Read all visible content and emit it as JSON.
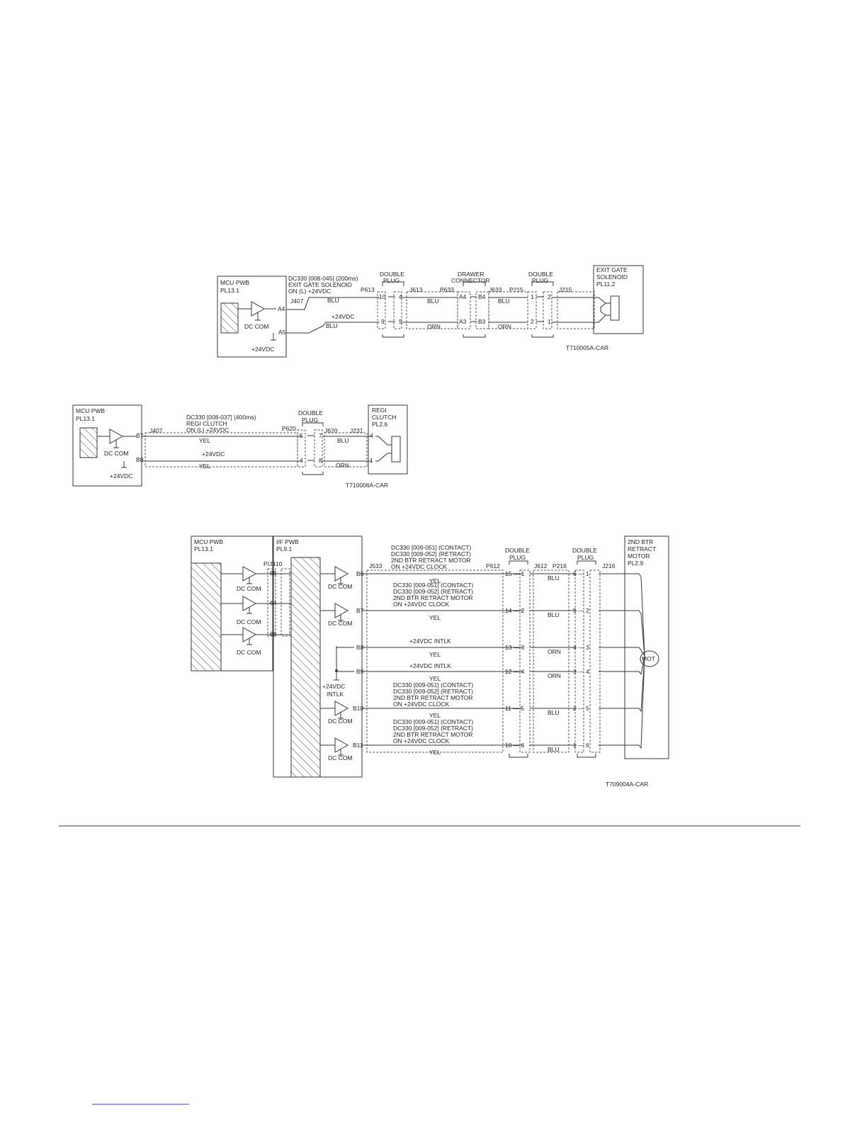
{
  "diagram1": {
    "board": "MCU PWB",
    "board_pl": "PL13.1",
    "signal": [
      "DC330 [008-045] (200ms)",
      "EXIT GATE SOLENOID",
      "ON (L) +24VDC"
    ],
    "pin_a4": "A4",
    "pin_a5": "A5",
    "j407": "J407",
    "dc_com": "DC COM",
    "vdc": "+24VDC",
    "wire_blu": "BLU",
    "wire_orn": "ORN",
    "vdc_line": "+24VDC",
    "p613": "P613",
    "double_plug": [
      "DOUBLE",
      "PLUG"
    ],
    "j613": "J613",
    "p633": "P633",
    "drawer": [
      "DRAWER",
      "CONNECTOR"
    ],
    "j633": "J633",
    "p215": "P215",
    "j215": "J215",
    "pins": {
      "p10": "10",
      "p4": "4",
      "p9": "9",
      "p5": "5",
      "a4": "A4",
      "b4": "B4",
      "a3": "A3",
      "b3": "B3",
      "p1": "1",
      "p2": "2",
      "q2": "2",
      "q1": "1"
    },
    "target": [
      "EXIT GATE",
      "SOLENOID",
      "PL11.2"
    ],
    "figure_id": "T710005A-CAR"
  },
  "diagram2": {
    "board": "MCU PWB",
    "board_pl": "PL13.1",
    "signal": [
      "DC330 [008-037] (400ms)",
      "REGI CLUTCH",
      "ON (L) +24VDC"
    ],
    "pin_b7": "B7",
    "pin_b8": "B8",
    "j407": "J407",
    "dc_com": "DC COM",
    "vdc": "+24VDC",
    "yel1": "YEL",
    "yel2": "YEL",
    "vdc_line": "+24VDC",
    "p620": "P620",
    "double_plug": [
      "DOUBLE",
      "PLUG"
    ],
    "j620": "J620",
    "j231": "J231",
    "blu": "BLU",
    "orn": "ORN",
    "pins": {
      "p5": "5",
      "p7": "7",
      "p4": "4",
      "p8": "8",
      "t4": "4",
      "t1": "1"
    },
    "target": [
      "REGI",
      "CLUTCH",
      "PL2.6"
    ],
    "figure_id": "T710006A-CAR"
  },
  "diagram3": {
    "mcu": [
      "MCU PWB",
      "PL13.1"
    ],
    "ifpwb": [
      "I/F PWB",
      "PL9.1"
    ],
    "pj410": "P/J410",
    "left_pins": [
      "65",
      "64",
      "66"
    ],
    "dc_com": "DC COM",
    "j533": "J533",
    "p612": "P612",
    "double_plug": [
      "DOUBLE",
      "PLUG"
    ],
    "j612": "J612",
    "p216": "P216",
    "j216": "J216",
    "motor": [
      "2ND BTR",
      "RETRACT",
      "MOTOR",
      "PL2.9"
    ],
    "mot": "MOT",
    "intlk": [
      "+24VDC",
      "INTLK"
    ],
    "signal_block": [
      "DC330 [009-051] (CONTACT)",
      "DC330 [009-052] (RETRACT)",
      "2ND BTR RETRACT MOTOR",
      "ON +24VDC CLOCK"
    ],
    "intlk_label": "+24VDC INTLK",
    "rows": [
      {
        "pin": "B6",
        "p612": "15",
        "j612": "1",
        "p216": "6",
        "j216": "1",
        "left_color": "YEL",
        "right_color": "BLU"
      },
      {
        "pin": "B7",
        "p612": "14",
        "j612": "2",
        "p216": "5",
        "j216": "2",
        "left_color": "YEL",
        "right_color": "BLU"
      },
      {
        "pin": "B8",
        "p612": "13",
        "j612": "3",
        "p216": "4",
        "j216": "3",
        "left_color": "YEL",
        "right_color": "ORN"
      },
      {
        "pin": "B9",
        "p612": "12",
        "j612": "4",
        "p216": "3",
        "j216": "4",
        "left_color": "YEL",
        "right_color": "ORN"
      },
      {
        "pin": "B10",
        "p612": "11",
        "j612": "5",
        "p216": "2",
        "j216": "5",
        "left_color": "YEL",
        "right_color": "BLU"
      },
      {
        "pin": "B11",
        "p612": "10",
        "j612": "6",
        "p216": "1",
        "j216": "6",
        "left_color": "YEL",
        "right_color": "BLU"
      }
    ],
    "figure_id": "T709004A-CAR"
  }
}
